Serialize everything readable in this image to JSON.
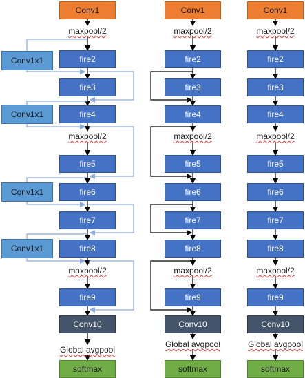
{
  "columns": [
    {
      "id": "left",
      "stack": [
        {
          "key": "conv1",
          "label": "Conv1",
          "kind": "conv1"
        },
        {
          "key": "mp1",
          "label": "maxpool/2",
          "kind": "label"
        },
        {
          "key": "fire2",
          "label": "fire2",
          "kind": "fire"
        },
        {
          "key": "fire3",
          "label": "fire3",
          "kind": "fire"
        },
        {
          "key": "fire4",
          "label": "fire4",
          "kind": "fire"
        },
        {
          "key": "mp2",
          "label": "maxpool/2",
          "kind": "label"
        },
        {
          "key": "fire5",
          "label": "fire5",
          "kind": "fire"
        },
        {
          "key": "fire6",
          "label": "fire6",
          "kind": "fire"
        },
        {
          "key": "fire7",
          "label": "fire7",
          "kind": "fire"
        },
        {
          "key": "fire8",
          "label": "fire8",
          "kind": "fire"
        },
        {
          "key": "mp3",
          "label": "maxpool/2",
          "kind": "label"
        },
        {
          "key": "fire9",
          "label": "fire9",
          "kind": "fire"
        },
        {
          "key": "conv10",
          "label": "Conv10",
          "kind": "conv10"
        },
        {
          "key": "gap",
          "label": "Global avgpool",
          "kind": "label"
        },
        {
          "key": "softmax",
          "label": "softmax",
          "kind": "softmax"
        }
      ],
      "side_blocks": [
        {
          "key": "c1",
          "label": "Conv1x1"
        },
        {
          "key": "c2",
          "label": "Conv1x1"
        },
        {
          "key": "c3",
          "label": "Conv1x1"
        },
        {
          "key": "c4",
          "label": "Conv1x1"
        }
      ],
      "bypass": "complex"
    },
    {
      "id": "middle",
      "stack": [
        {
          "key": "conv1",
          "label": "Conv1",
          "kind": "conv1"
        },
        {
          "key": "mp1",
          "label": "maxpool/2",
          "kind": "label"
        },
        {
          "key": "fire2",
          "label": "fire2",
          "kind": "fire"
        },
        {
          "key": "fire3",
          "label": "fire3",
          "kind": "fire"
        },
        {
          "key": "fire4",
          "label": "fire4",
          "kind": "fire"
        },
        {
          "key": "mp2",
          "label": "maxpool/2",
          "kind": "label"
        },
        {
          "key": "fire5",
          "label": "fire5",
          "kind": "fire"
        },
        {
          "key": "fire6",
          "label": "fire6",
          "kind": "fire"
        },
        {
          "key": "fire7",
          "label": "fire7",
          "kind": "fire"
        },
        {
          "key": "fire8",
          "label": "fire8",
          "kind": "fire"
        },
        {
          "key": "mp3",
          "label": "maxpool/2",
          "kind": "label"
        },
        {
          "key": "fire9",
          "label": "fire9",
          "kind": "fire"
        },
        {
          "key": "conv10",
          "label": "Conv10",
          "kind": "conv10"
        },
        {
          "key": "gap",
          "label": "Global avgpool",
          "kind": "label"
        },
        {
          "key": "softmax",
          "label": "softmax",
          "kind": "softmax"
        }
      ],
      "bypass": "simple"
    },
    {
      "id": "right",
      "stack": [
        {
          "key": "conv1",
          "label": "Conv1",
          "kind": "conv1"
        },
        {
          "key": "mp1",
          "label": "maxpool/2",
          "kind": "label"
        },
        {
          "key": "fire2",
          "label": "fire2",
          "kind": "fire"
        },
        {
          "key": "fire3",
          "label": "fire3",
          "kind": "fire"
        },
        {
          "key": "fire4",
          "label": "fire4",
          "kind": "fire"
        },
        {
          "key": "mp2",
          "label": "maxpool/2",
          "kind": "label"
        },
        {
          "key": "fire5",
          "label": "fire5",
          "kind": "fire"
        },
        {
          "key": "fire6",
          "label": "fire6",
          "kind": "fire"
        },
        {
          "key": "fire7",
          "label": "fire7",
          "kind": "fire"
        },
        {
          "key": "fire8",
          "label": "fire8",
          "kind": "fire"
        },
        {
          "key": "mp3",
          "label": "maxpool/2",
          "kind": "label"
        },
        {
          "key": "fire9",
          "label": "fire9",
          "kind": "fire"
        },
        {
          "key": "conv10",
          "label": "Conv10",
          "kind": "conv10"
        },
        {
          "key": "gap",
          "label": "Global avgpool",
          "kind": "label"
        },
        {
          "key": "softmax",
          "label": "softmax",
          "kind": "softmax"
        }
      ],
      "bypass": "none"
    }
  ],
  "colors": {
    "conv1": "#ed7d31",
    "fire": "#4472c4",
    "conv10": "#44546a",
    "softmax": "#70ad47",
    "conv1x1": "#5b9bd5",
    "bypass_complex_line": "#8eaadb",
    "arrow": "#000000"
  }
}
